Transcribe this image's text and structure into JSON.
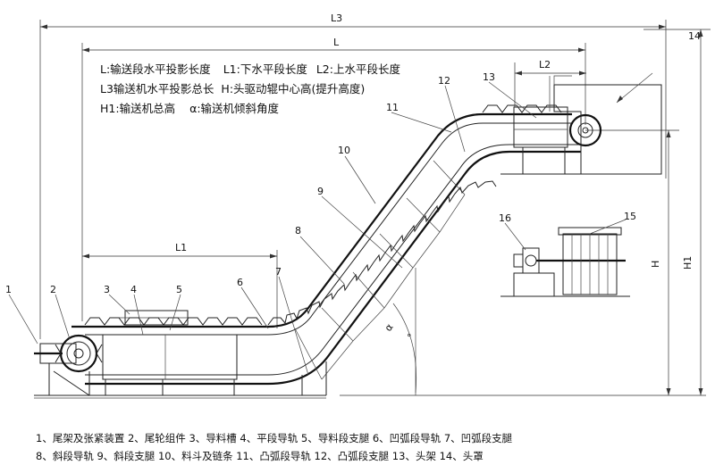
{
  "dimensions": {
    "L3": "L3",
    "L": "L",
    "L1": "L1",
    "L2": "L2",
    "H": "H",
    "H1": "H1",
    "alpha": "α"
  },
  "legend": {
    "line1a": "L:输送段水平投影长度",
    "line1b": "L1:下水平段长度",
    "line1c": "L2:上水平段长度",
    "line2a": "L3输送机水平投影总长",
    "line2b": "H:头驱动辊中心高(提升高度)",
    "line3a": "H1:输送机总高",
    "line3b": "α:输送机倾斜角度"
  },
  "callouts": [
    "1",
    "2",
    "3",
    "4",
    "5",
    "6",
    "7",
    "8",
    "9",
    "10",
    "11",
    "12",
    "13",
    "14",
    "15",
    "16"
  ],
  "parts_line1": "1、尾架及张紧装置   2、尾轮组件   3、导料槽   4、平段导轨   5、导料段支腿   6、凹弧段导轨   7、凹弧段支腿",
  "parts_line2": "8、斜段导轨   9、斜段支腿   10、料斗及链条   11、凸弧段导轨   12、凸弧段支腿   13、头架   14、头罩"
}
